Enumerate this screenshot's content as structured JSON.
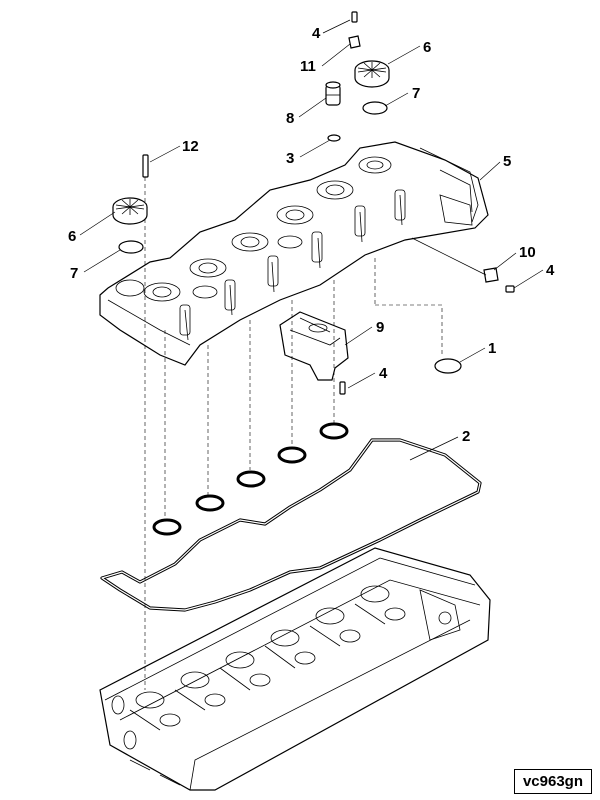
{
  "figure": {
    "reference": "vc963gn",
    "callouts": [
      {
        "id": "c4a",
        "label": "4"
      },
      {
        "id": "c11",
        "label": "11"
      },
      {
        "id": "c6a",
        "label": "6"
      },
      {
        "id": "c7a",
        "label": "7"
      },
      {
        "id": "c8",
        "label": "8"
      },
      {
        "id": "c3",
        "label": "3"
      },
      {
        "id": "c5",
        "label": "5"
      },
      {
        "id": "c12",
        "label": "12"
      },
      {
        "id": "c6b",
        "label": "6"
      },
      {
        "id": "c7b",
        "label": "7"
      },
      {
        "id": "c10",
        "label": "10"
      },
      {
        "id": "c4b",
        "label": "4"
      },
      {
        "id": "c9",
        "label": "9"
      },
      {
        "id": "c1",
        "label": "1"
      },
      {
        "id": "c4c",
        "label": "4"
      },
      {
        "id": "c2",
        "label": "2"
      }
    ],
    "parts": [
      {
        "name": "cover-seal-ring",
        "callout": "1"
      },
      {
        "name": "cover-gasket",
        "callout": "2"
      },
      {
        "name": "breather-seal",
        "callout": "3"
      },
      {
        "name": "bolt",
        "callout": "4"
      },
      {
        "name": "cylinder-head-cover",
        "callout": "5"
      },
      {
        "name": "oil-filler-cap",
        "callout": "6"
      },
      {
        "name": "cap-seal",
        "callout": "7"
      },
      {
        "name": "breather-fitting",
        "callout": "8"
      },
      {
        "name": "oil-separator",
        "callout": "9"
      },
      {
        "name": "bracket",
        "callout": "10"
      },
      {
        "name": "clip",
        "callout": "11"
      },
      {
        "name": "stud",
        "callout": "12"
      }
    ]
  }
}
